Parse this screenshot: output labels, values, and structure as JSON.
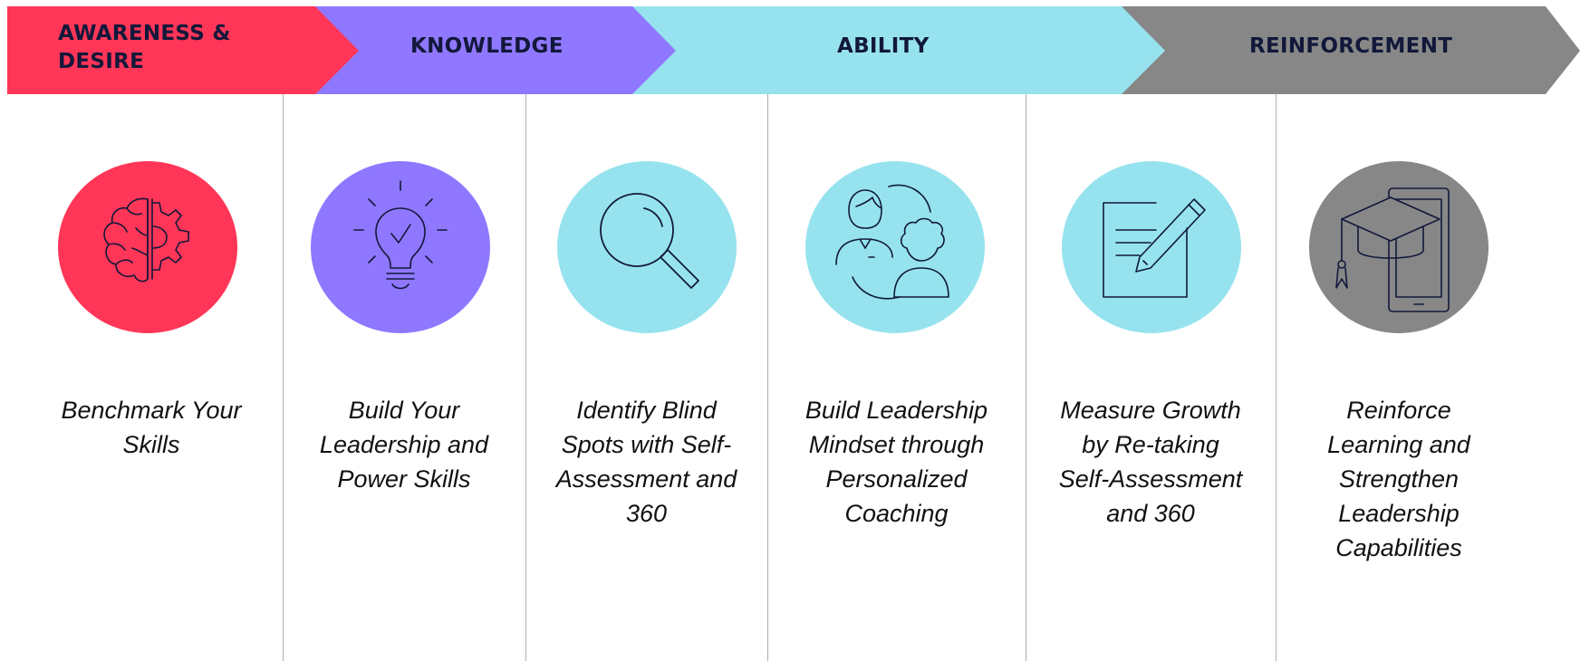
{
  "stages": [
    {
      "label_line1": "AWARENESS &",
      "label_line2": "DESIRE",
      "color": "#ff3657"
    },
    {
      "label": "KNOWLEDGE",
      "color": "#8f78ff"
    },
    {
      "label": "ABILITY",
      "color": "#96e3ef"
    },
    {
      "label": "REINFORCEMENT",
      "color": "#878787"
    }
  ],
  "steps": [
    {
      "icon": "brain-gear-icon",
      "color": "#ff3657",
      "lines": [
        "Benchmark Your",
        "Skills"
      ]
    },
    {
      "icon": "lightbulb-check-icon",
      "color": "#8f78ff",
      "lines": [
        "Build Your",
        "Leadership and",
        "Power Skills"
      ]
    },
    {
      "icon": "magnifying-glass-icon",
      "color": "#96e3ef",
      "lines": [
        "Identify Blind",
        "Spots with Self-",
        "Assessment and",
        "360"
      ]
    },
    {
      "icon": "coaching-people-icon",
      "color": "#96e3ef",
      "lines": [
        "Build Leadership",
        "Mindset through",
        "Personalized",
        "Coaching"
      ]
    },
    {
      "icon": "document-pencil-icon",
      "color": "#96e3ef",
      "lines": [
        "Measure Growth",
        "by Re-taking",
        "Self-Assessment",
        "and 360"
      ]
    },
    {
      "icon": "graduation-cap-tablet-icon",
      "color": "#878787",
      "lines": [
        "Reinforce",
        "Learning and",
        "Strengthen",
        "Leadership",
        "Capabilities"
      ]
    }
  ]
}
